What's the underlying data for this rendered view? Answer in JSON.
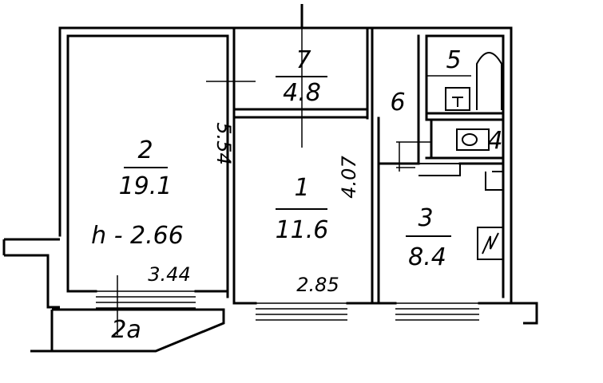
{
  "rooms": [
    {
      "id": "2",
      "area": "19.1",
      "ceiling": "h - 2.66"
    },
    {
      "id": "1",
      "area": "11.6"
    },
    {
      "id": "7",
      "area": "4.8"
    },
    {
      "id": "3",
      "area": "8.4"
    }
  ],
  "labels": {
    "corridor": "6",
    "bath": "5",
    "wc": "4",
    "balcony": "2a"
  },
  "dimensions": {
    "room2_width": "3.44",
    "room2_length": "5.54",
    "room1_width": "2.85",
    "room1_length": "4.07"
  },
  "colors": {
    "ink": "#000000",
    "paper": "#ffffff"
  }
}
